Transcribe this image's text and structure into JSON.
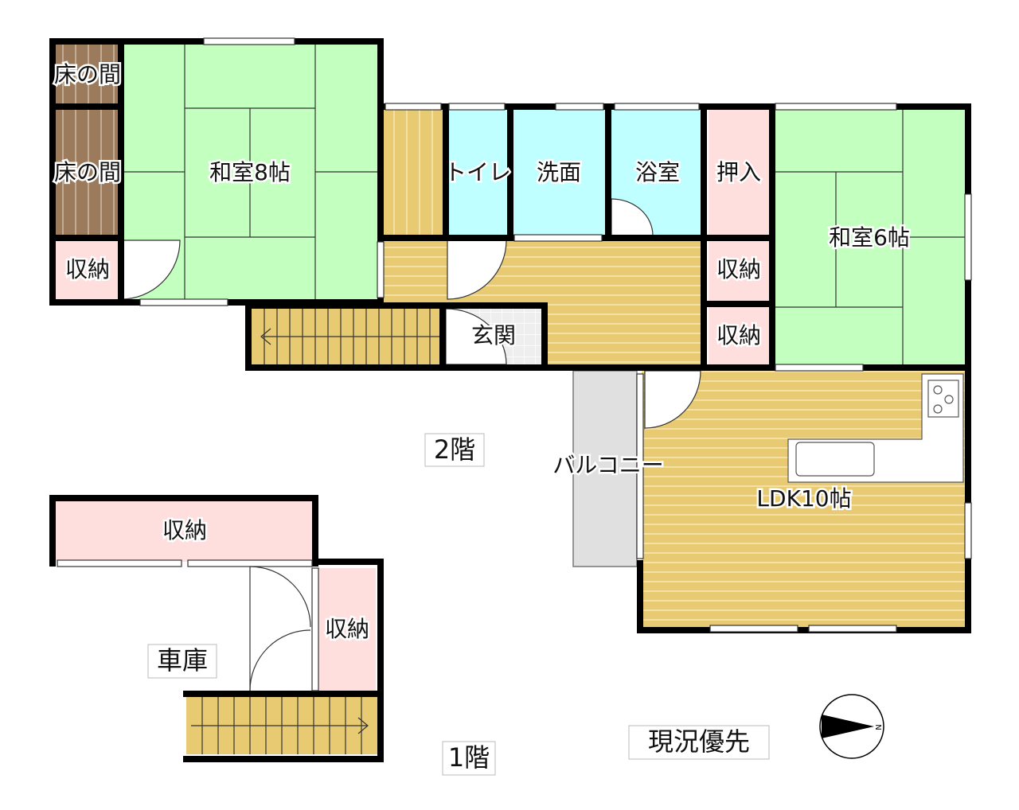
{
  "floors": {
    "second": {
      "label": "2階",
      "rooms": {
        "tokonoma_1": "床の間",
        "tokonoma_2": "床の間",
        "storage_west": "収納",
        "washitsu_8": "和室8帖",
        "toilet": "トイレ",
        "washroom": "洗面",
        "bathroom": "浴室",
        "oshiire": "押入",
        "storage_east_1": "収納",
        "storage_east_2": "収納",
        "washitsu_6": "和室6帖",
        "entrance": "玄関",
        "balcony": "バルコニー",
        "ldk": "LDK10帖"
      }
    },
    "first": {
      "label": "1階",
      "rooms": {
        "storage_long": "収納",
        "storage_side": "収納",
        "garage": "車庫"
      }
    }
  },
  "note": "現況優先",
  "compass": {
    "label": "N",
    "icon": "north-arrow-icon"
  },
  "colors": {
    "tatami": "#c3ffbf",
    "wood": "#e8ca72",
    "tokonoma": "#9b7b5b",
    "storage": "#ffdede",
    "wet": "#c0ffff",
    "balcony": "#e0e0e0",
    "wall": "#000000"
  }
}
